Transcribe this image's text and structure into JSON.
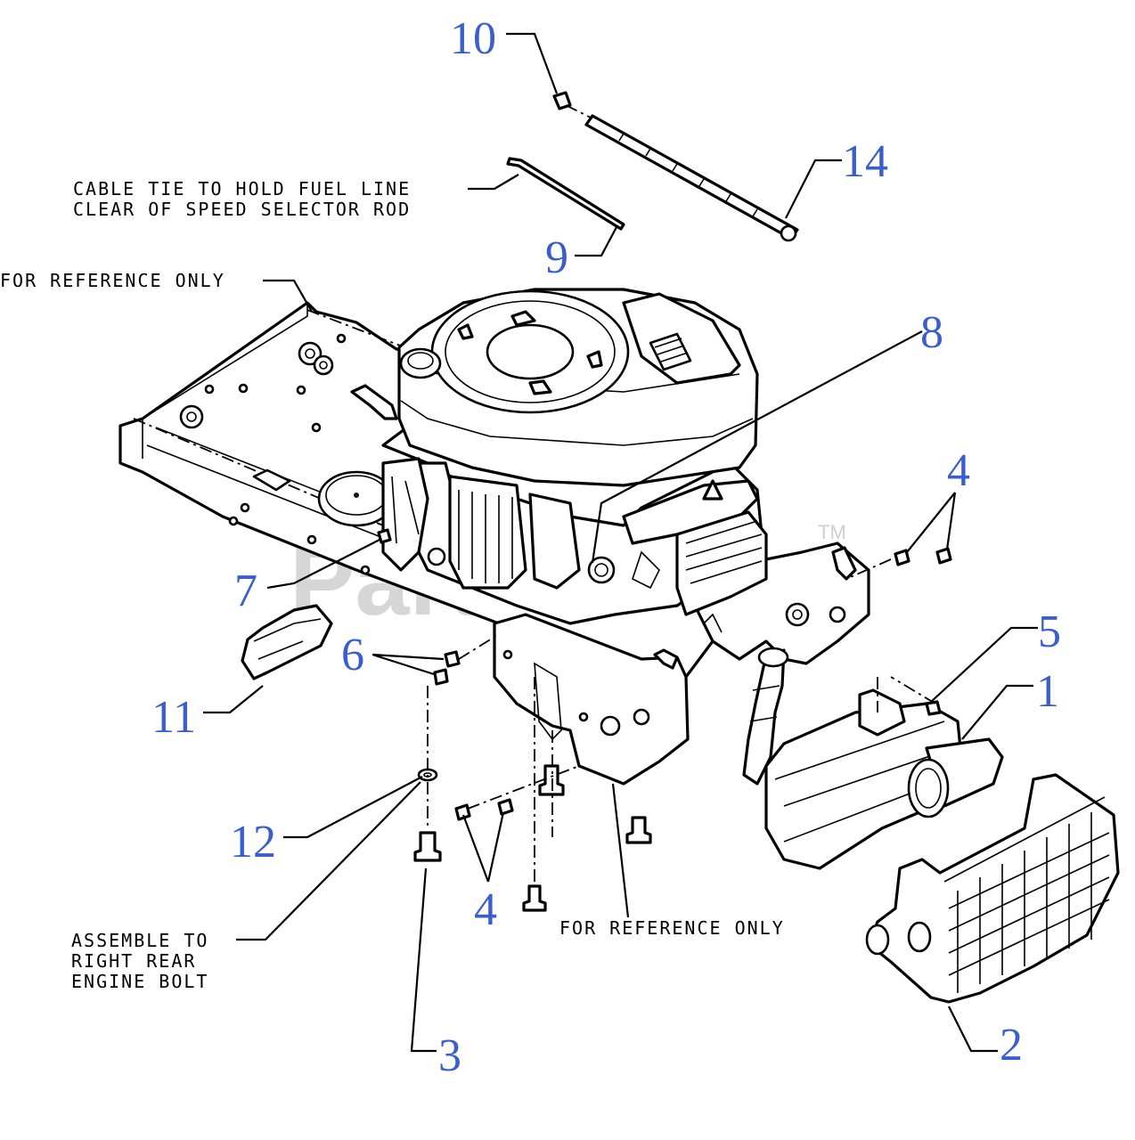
{
  "watermark": {
    "text": "PartsTree",
    "tm": "TM"
  },
  "callouts": [
    {
      "id": "c10",
      "label": "10"
    },
    {
      "id": "c14",
      "label": "14"
    },
    {
      "id": "c9",
      "label": "9"
    },
    {
      "id": "c8",
      "label": "8"
    },
    {
      "id": "c4a",
      "label": "4"
    },
    {
      "id": "c7",
      "label": "7"
    },
    {
      "id": "c6",
      "label": "6"
    },
    {
      "id": "c5",
      "label": "5"
    },
    {
      "id": "c1",
      "label": "1"
    },
    {
      "id": "c11",
      "label": "11"
    },
    {
      "id": "c12",
      "label": "12"
    },
    {
      "id": "c4b",
      "label": "4"
    },
    {
      "id": "c3",
      "label": "3"
    },
    {
      "id": "c2",
      "label": "2"
    }
  ],
  "notes": {
    "cable_tie_line1": "CABLE TIE TO HOLD FUEL LINE",
    "cable_tie_line2": "CLEAR OF SPEED SELECTOR ROD",
    "ref_top": "FOR REFERENCE ONLY",
    "ref_bottom": "FOR REFERENCE ONLY",
    "assemble_line1": "ASSEMBLE TO",
    "assemble_line2": "RIGHT REAR",
    "assemble_line3": "ENGINE BOLT"
  }
}
